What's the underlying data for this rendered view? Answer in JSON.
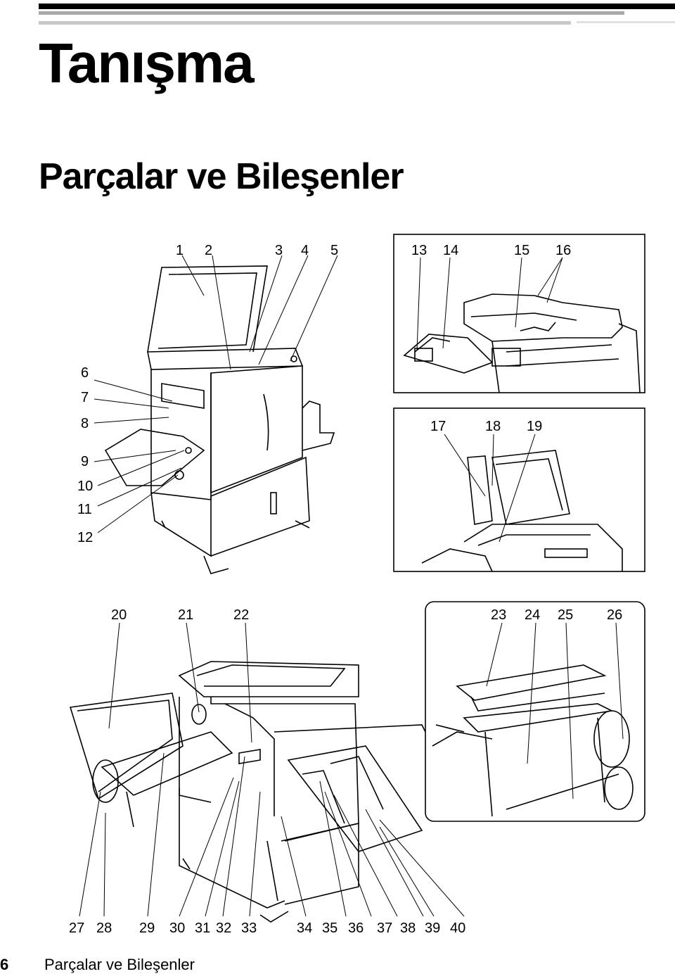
{
  "header": {
    "title": "Tanışma",
    "subtitle": "Parçalar ve Bileşenler"
  },
  "footer": {
    "page_number": "6",
    "section_label": "Parçalar ve Bileşenler"
  },
  "callouts": {
    "main": [
      "1",
      "2",
      "3",
      "4",
      "5",
      "6",
      "7",
      "8",
      "9",
      "10",
      "11",
      "12"
    ],
    "top_right": [
      "13",
      "14",
      "15",
      "16"
    ],
    "mid_right": [
      "17",
      "18",
      "19"
    ],
    "lower_left": [
      "20",
      "21",
      "22"
    ],
    "lower_right": [
      "23",
      "24",
      "25",
      "26"
    ],
    "bottom": [
      "27",
      "28",
      "29",
      "30",
      "31",
      "32",
      "33",
      "34",
      "35",
      "36",
      "37",
      "38",
      "39",
      "40"
    ]
  }
}
